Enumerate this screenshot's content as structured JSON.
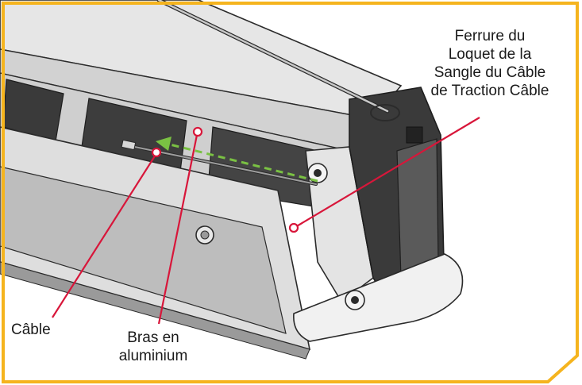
{
  "labels": {
    "latch_hardware": [
      "Ferrure du",
      "Loquet de la",
      "Sangle du Câble",
      "de Traction Câble"
    ],
    "cable": "Câble",
    "aluminum_arm": [
      "Bras en",
      "aluminium"
    ]
  },
  "colors": {
    "frame_border": "#f5b41e",
    "callout": "#d8163a",
    "arrow": "#7ac143",
    "metal_light": "#e9e9e9",
    "metal_mid": "#c9c9c9",
    "metal_dark": "#3a3a3a",
    "outline": "#2b2b2b"
  }
}
